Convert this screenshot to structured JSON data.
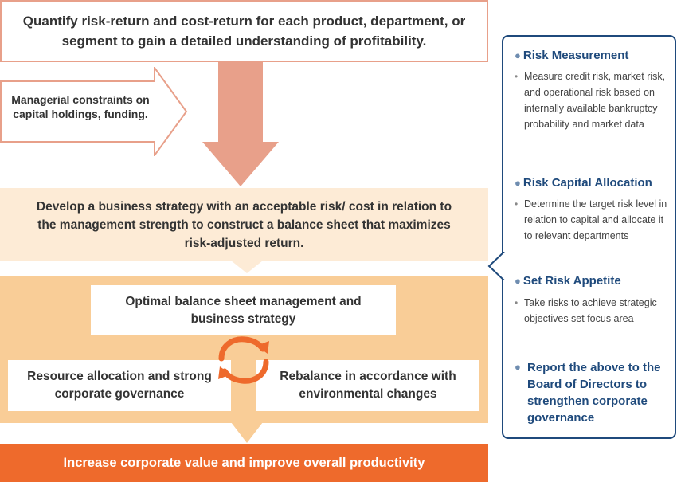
{
  "top_box": {
    "text": "Quantify risk-return and cost-return for each product, department, or segment to gain a detailed understanding of profitability."
  },
  "constraint": {
    "text": "Managerial constraints on capital holdings, funding."
  },
  "strategy": {
    "text": "Develop a business strategy with an acceptable risk/ cost in relation to the management strength to construct a balance sheet that maximizes risk-adjusted return."
  },
  "cycle": {
    "optimal": "Optimal balance sheet management and business strategy",
    "resource": "Resource allocation and strong corporate governance",
    "rebalance": "Rebalance in accordance with environmental changes"
  },
  "bottom": {
    "text": "Increase corporate value and improve overall productivity"
  },
  "side_panel": {
    "risk_measurement": {
      "heading": "Risk Measurement",
      "body": "Measure credit risk, market risk, and operational risk based on internally available bankruptcy probability and market data"
    },
    "risk_capital": {
      "heading": "Risk Capital Allocation",
      "body": "Determine the target risk level in relation to capital and allocate it to relevant departments"
    },
    "risk_appetite": {
      "heading": "Set Risk Appetite",
      "body": "Take risks to achieve strategic objectives set focus area"
    },
    "report": {
      "heading": "Report the above to the Board of Directors to strengthen corporate governance"
    }
  },
  "colors": {
    "salmon": "#e8a08a",
    "light_peach": "#fdebd6",
    "peach": "#f9cd97",
    "orange": "#ee6a2c",
    "navy": "#1f4a7c"
  }
}
